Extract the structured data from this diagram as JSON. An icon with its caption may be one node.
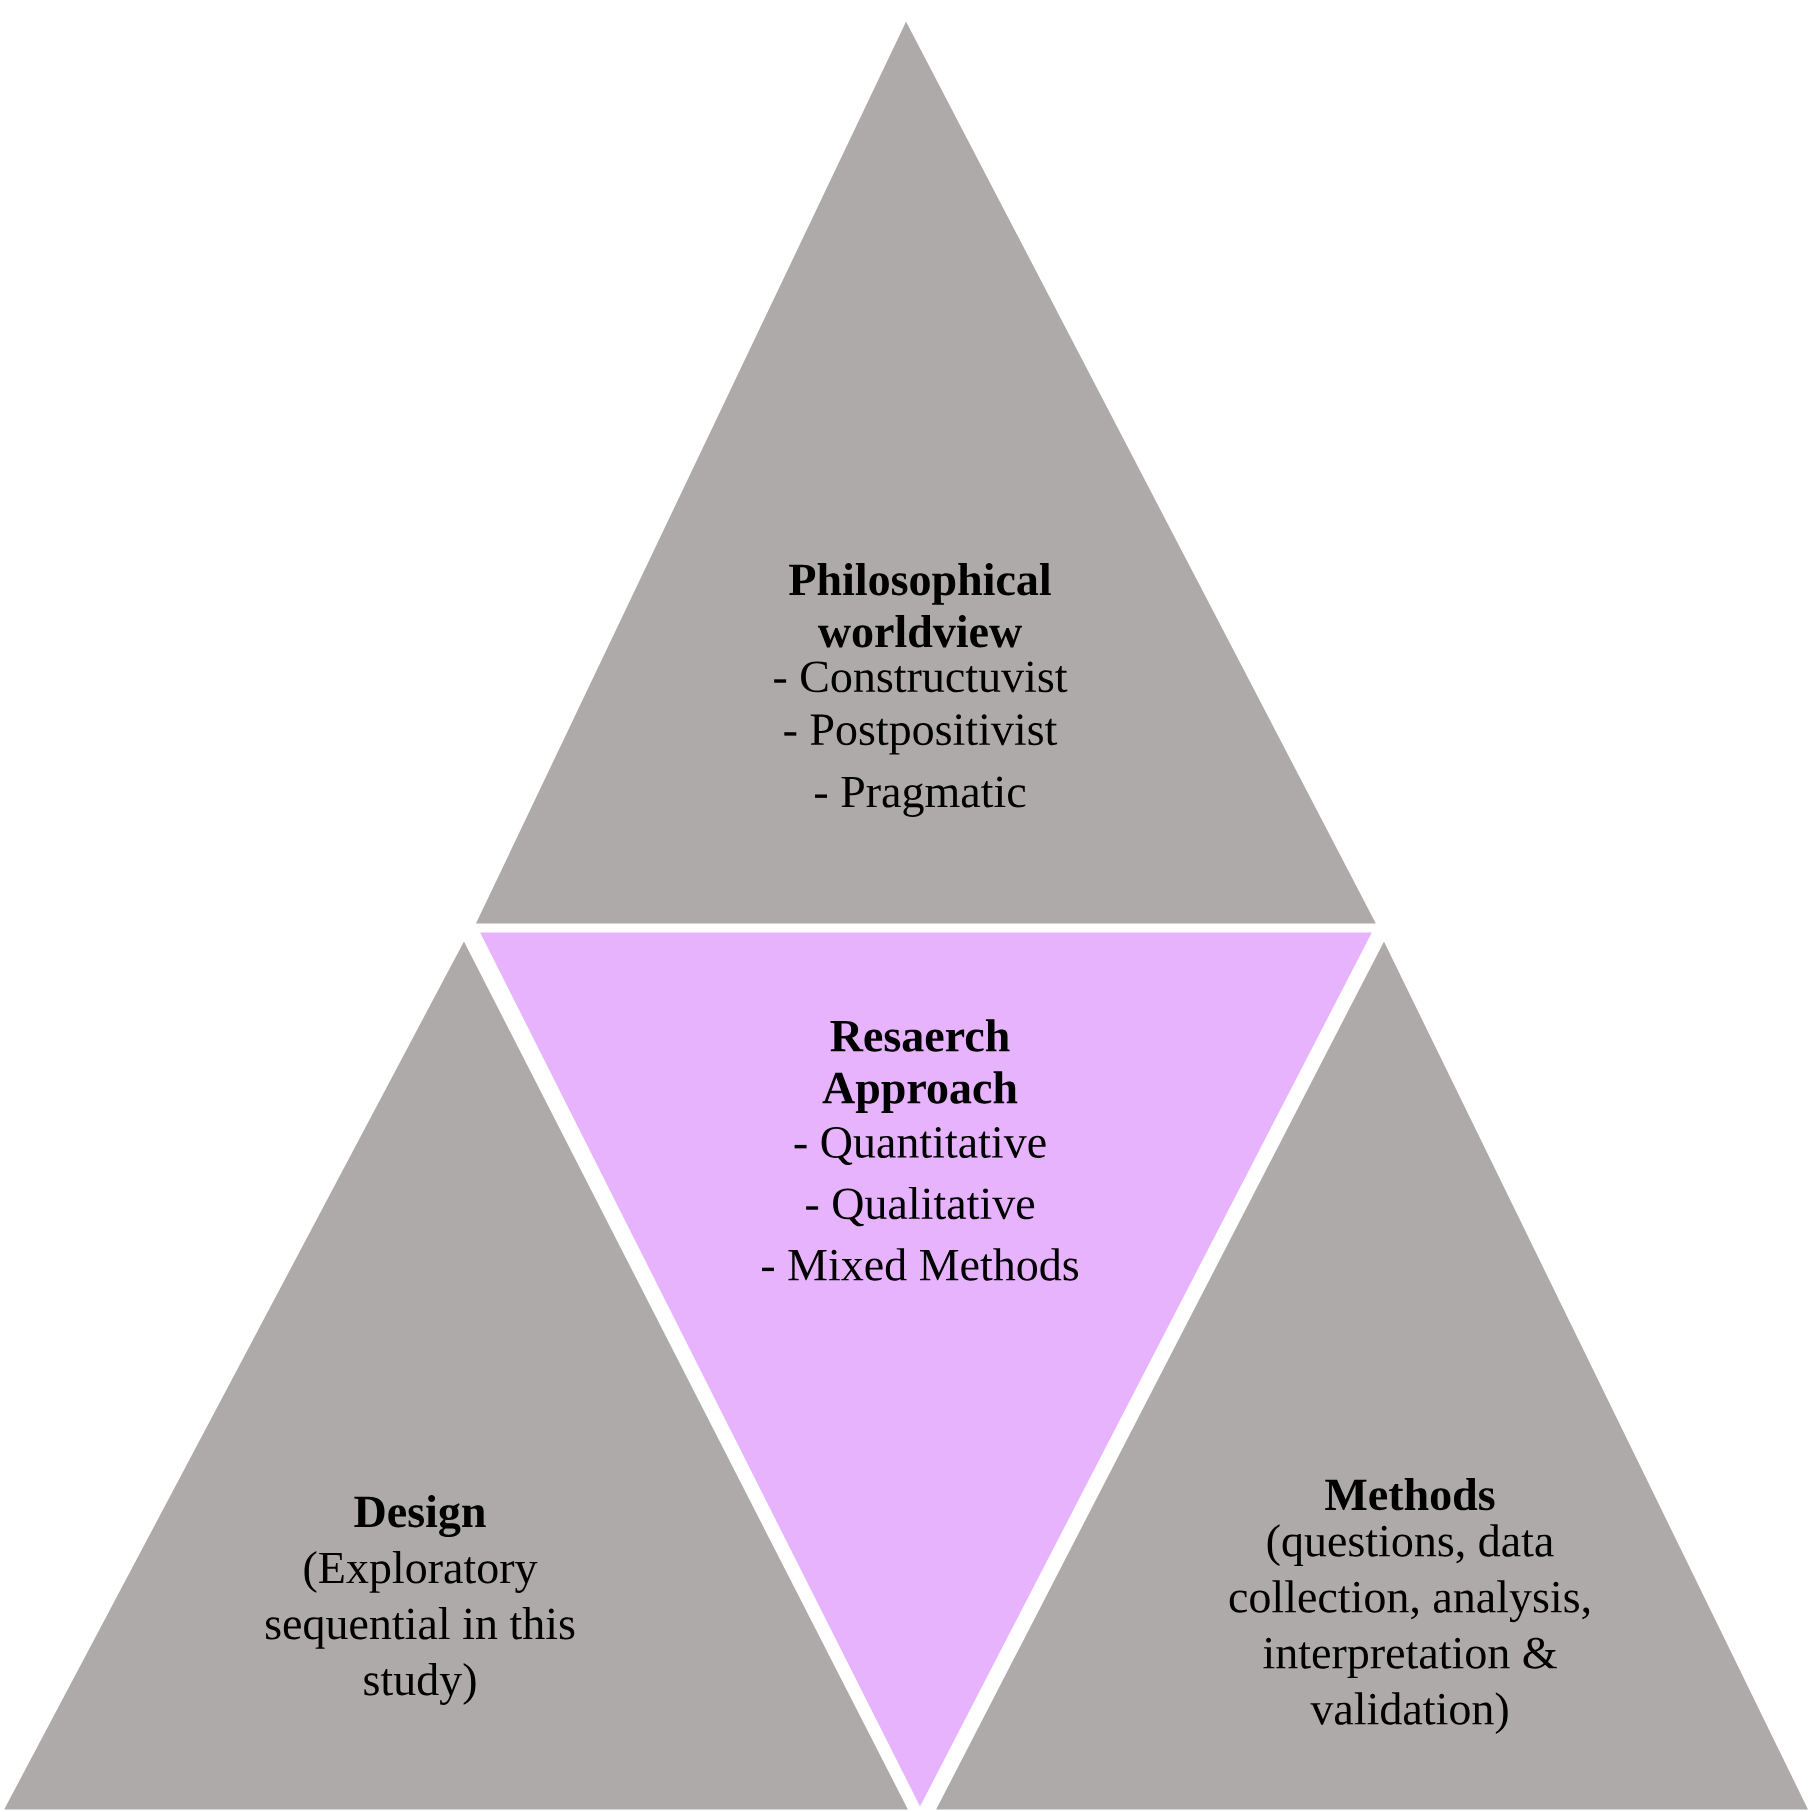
{
  "diagram": {
    "nodes": [
      {
        "text": [
          "Philosophical worldview",
          "- Constructuvist",
          "- Postpositivist",
          "- Pragmatic"
        ]
      },
      {
        "text": [
          "Resaerch Approach",
          "- Quantitative",
          "- Qualitative",
          "- Mixed Methods"
        ]
      },
      {
        "text": [
          "Design",
          "(Exploratory sequential in this study)"
        ]
      },
      {
        "text": [
          "Methods",
          "(questions, data collection, analysis, interpretation & validation)"
        ]
      }
    ]
  }
}
